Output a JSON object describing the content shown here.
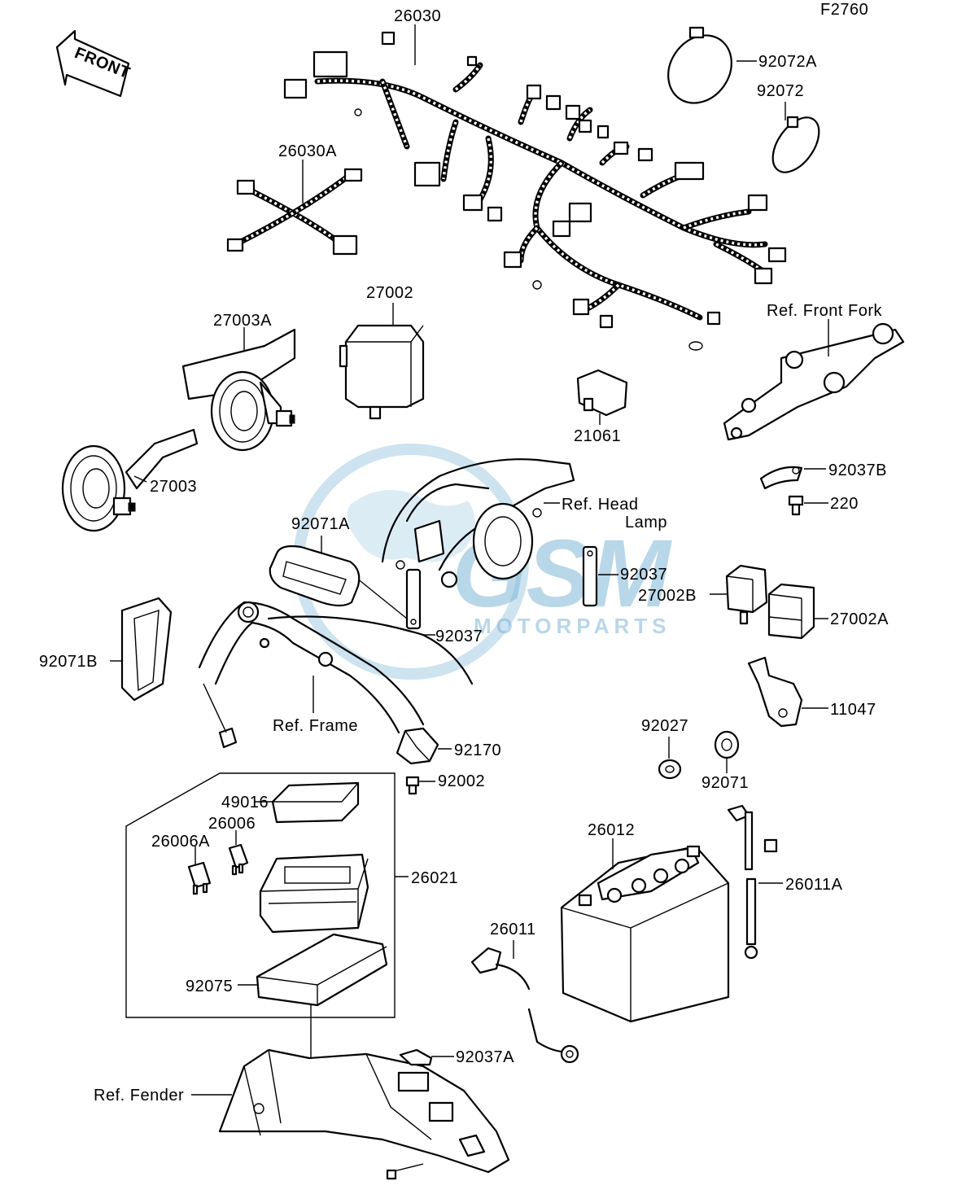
{
  "diagram_code": "F2760",
  "front_arrow_text": "FRONT",
  "watermark": {
    "logo_text": "GSM",
    "sub_text": "MOTORPARTS",
    "color": "#7fb7d8"
  },
  "parts": [
    {
      "id": "26030",
      "label": "26030"
    },
    {
      "id": "26030A",
      "label": "26030A"
    },
    {
      "id": "92072A",
      "label": "92072A"
    },
    {
      "id": "92072",
      "label": "92072"
    },
    {
      "id": "27002",
      "label": "27002"
    },
    {
      "id": "27003A",
      "label": "27003A"
    },
    {
      "id": "27003",
      "label": "27003"
    },
    {
      "id": "21061",
      "label": "21061"
    },
    {
      "id": "92037B",
      "label": "92037B"
    },
    {
      "id": "220",
      "label": "220"
    },
    {
      "id": "92071A",
      "label": "92071A"
    },
    {
      "id": "92037a_lbl",
      "label": "92037"
    },
    {
      "id": "92037b_lbl",
      "label": "92037"
    },
    {
      "id": "27002B",
      "label": "27002B"
    },
    {
      "id": "27002A",
      "label": "27002A"
    },
    {
      "id": "92071B",
      "label": "92071B"
    },
    {
      "id": "11047",
      "label": "11047"
    },
    {
      "id": "92170",
      "label": "92170"
    },
    {
      "id": "92002",
      "label": "92002"
    },
    {
      "id": "92027",
      "label": "92027"
    },
    {
      "id": "92071",
      "label": "92071"
    },
    {
      "id": "49016",
      "label": "49016"
    },
    {
      "id": "26006",
      "label": "26006"
    },
    {
      "id": "26006A",
      "label": "26006A"
    },
    {
      "id": "26021",
      "label": "26021"
    },
    {
      "id": "26012",
      "label": "26012"
    },
    {
      "id": "26011A",
      "label": "26011A"
    },
    {
      "id": "26011",
      "label": "26011"
    },
    {
      "id": "92075",
      "label": "92075"
    },
    {
      "id": "92037A",
      "label": "92037A"
    }
  ],
  "references": {
    "front_fork": "Ref. Front Fork",
    "head_lamp_1": "Ref. Head",
    "head_lamp_2": "Lamp",
    "frame": "Ref. Frame",
    "fender": "Ref. Fender"
  }
}
